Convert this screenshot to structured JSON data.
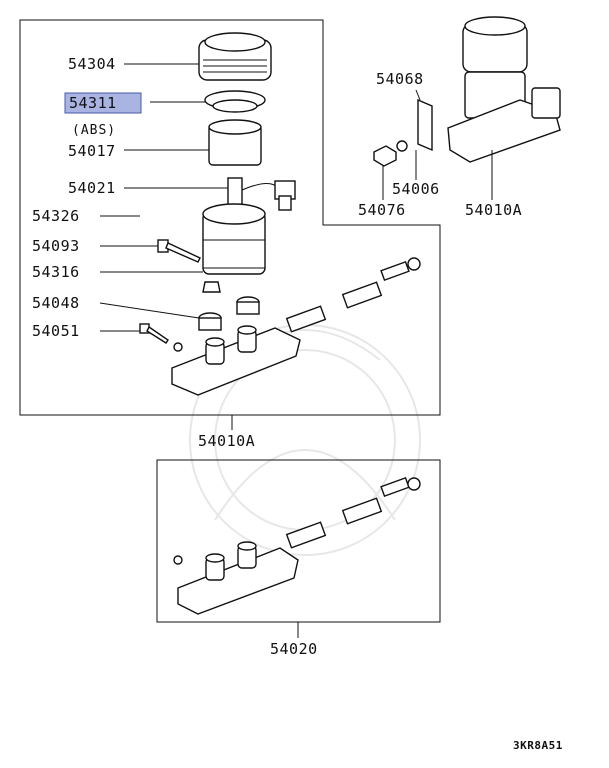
{
  "diagram": {
    "highlight_color": "#aab4e3",
    "labels": {
      "p54304": "54304",
      "p54311": "54311",
      "abs": "(ABS)",
      "p54017": "54017",
      "p54021": "54021",
      "p54326": "54326",
      "p54093": "54093",
      "p54316": "54316",
      "p54048": "54048",
      "p54051": "54051",
      "p54010a_main": "54010A",
      "p54068": "54068",
      "p54006": "54006",
      "p54076": "54076",
      "p54010a_side": "54010A",
      "p54020": "54020"
    },
    "highlighted_part": "54311",
    "figure_code": "3KR8A51"
  }
}
